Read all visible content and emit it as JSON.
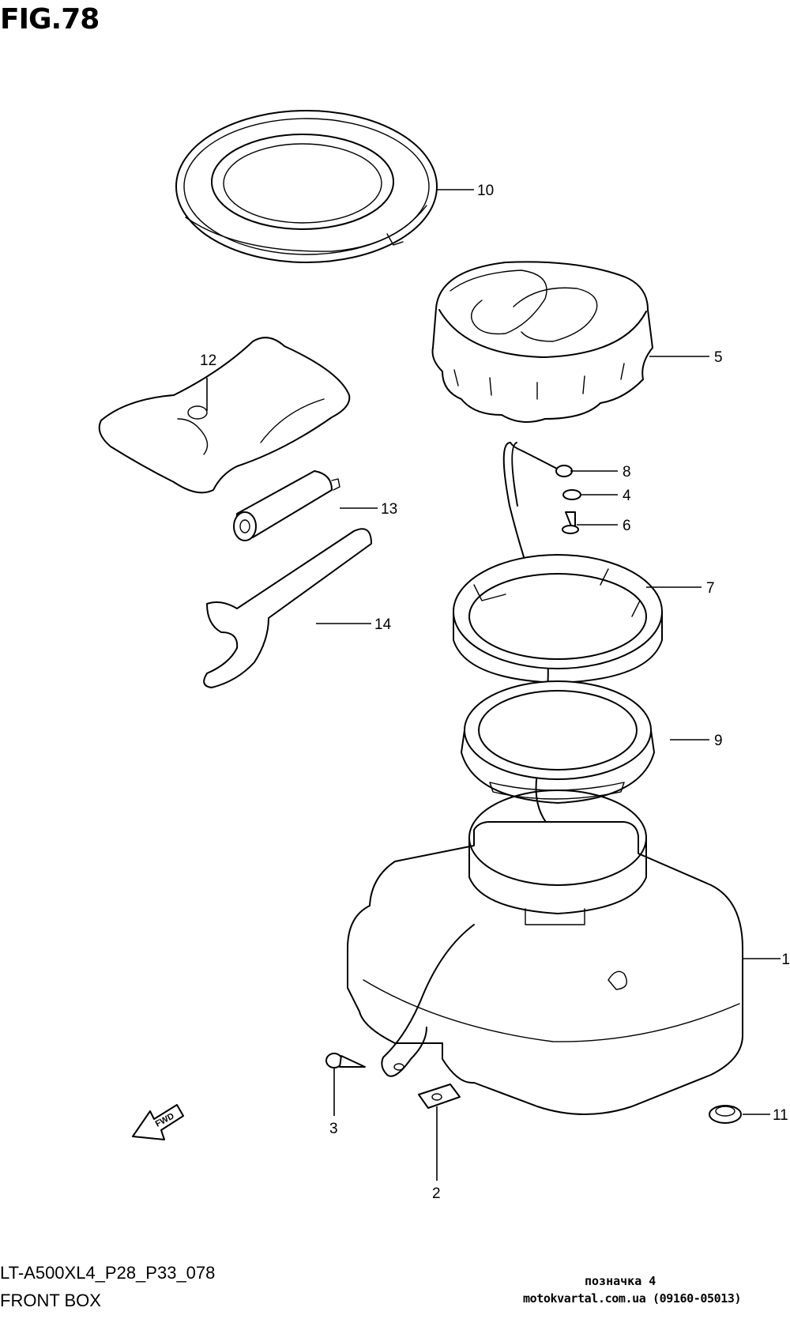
{
  "header": {
    "figure_title": "FIG.78"
  },
  "footer": {
    "model_code": "LT-A500XL4_P28_P33_078",
    "section_name": "FRONT BOX",
    "marker": "позначка 4",
    "source": "motokvartal.com.ua (09160-05013)"
  },
  "callouts": {
    "c1": "1",
    "c2": "2",
    "c3": "3",
    "c4": "4",
    "c5": "5",
    "c6": "6",
    "c7": "7",
    "c8": "8",
    "c9": "9",
    "c10": "10",
    "c11": "11",
    "c12": "12",
    "c13": "13",
    "c14": "14"
  },
  "fwd_label": "FWD"
}
